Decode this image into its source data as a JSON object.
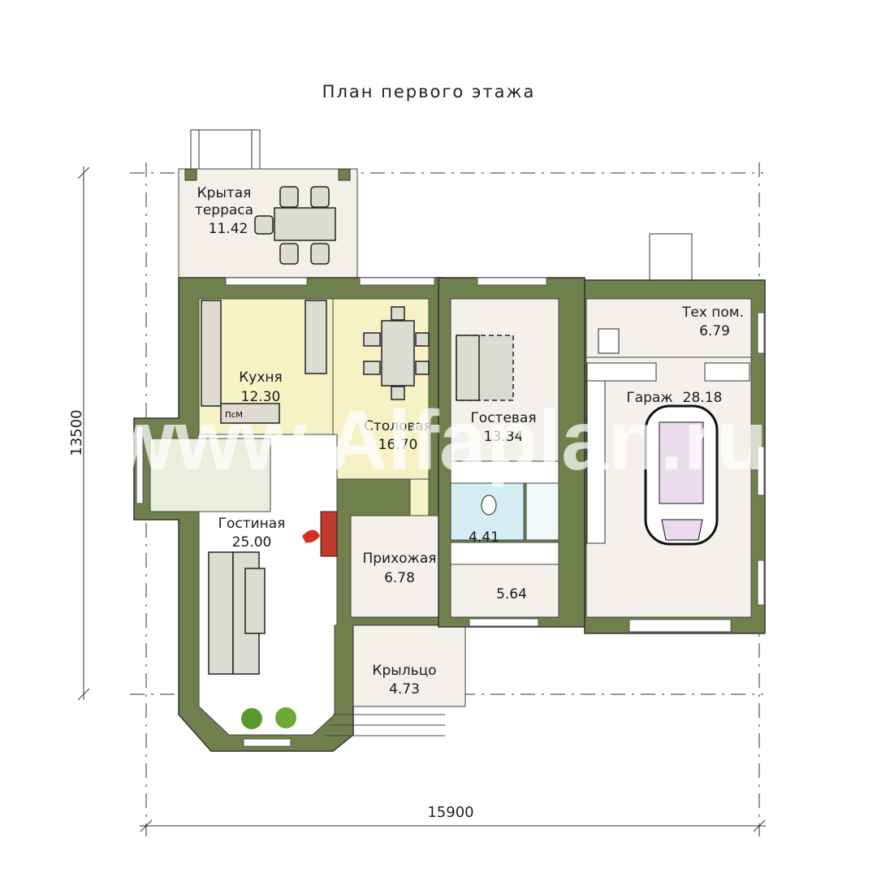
{
  "title": "План первого этажа",
  "dimensions": {
    "width": "15900",
    "height": "13500"
  },
  "watermark": "www.Alfaplan.ru",
  "rooms": {
    "terrace": {
      "name1": "Крытая",
      "name2": "терраса",
      "area": "11.42"
    },
    "kitchen": {
      "name": "Кухня",
      "area": "12.30",
      "appliance": "ПсМ"
    },
    "dining": {
      "name": "Столовая",
      "area": "16.70"
    },
    "guest": {
      "name": "Гостевая",
      "area": "13.34"
    },
    "tech": {
      "name": "Тех пом.",
      "area": "6.79"
    },
    "garage": {
      "name": "Гараж",
      "area": "28.18"
    },
    "bathroom": {
      "area": "4.41"
    },
    "living": {
      "name": "Гостиная",
      "area": "25.00"
    },
    "hall": {
      "name": "Прихожая",
      "area": "6.78"
    },
    "wardrobe": {
      "area": "5.64"
    },
    "porch": {
      "name": "Крыльцо",
      "area": "4.73"
    }
  },
  "colors": {
    "wall": "#6f804c",
    "kitchen": "#f7f1c6",
    "bath": "#d5eef3",
    "floor": "#f4f1ec"
  }
}
